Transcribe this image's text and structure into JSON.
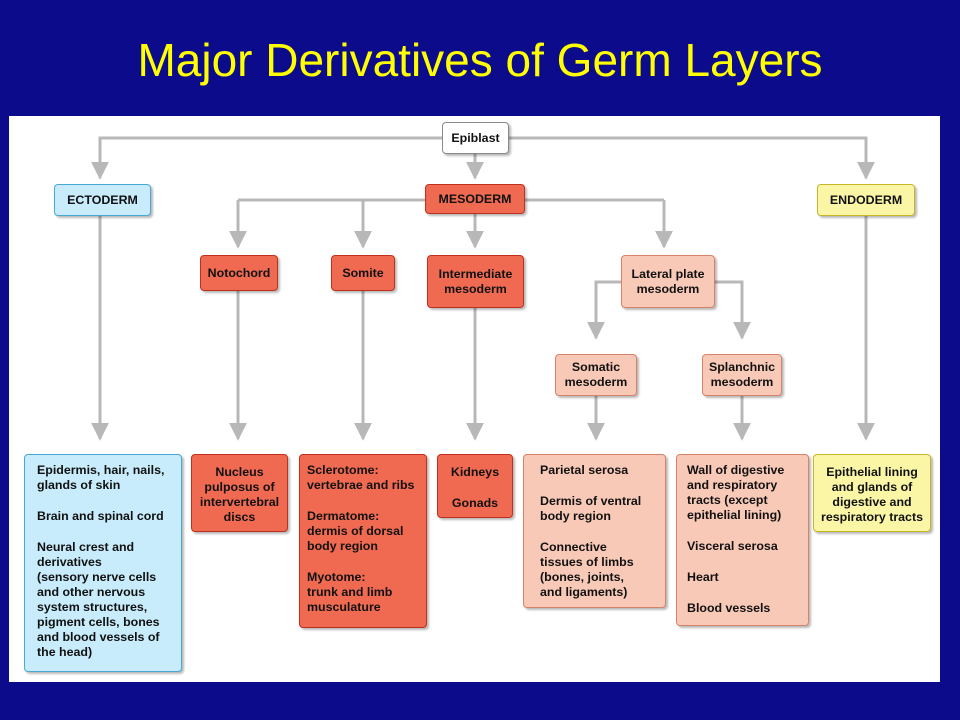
{
  "title": "Major Derivatives of Germ Layers",
  "colors": {
    "background": "#0b0b8c",
    "title": "#ffff00",
    "ectoderm": "#c8ecfb",
    "mesoderm": "#f06a52",
    "mesoderm_light": "#f9c9b8",
    "endoderm": "#fbf6a6",
    "connector": "#b8b8b8"
  },
  "nodes": {
    "epiblast": "Epiblast",
    "ectoderm": "ECTODERM",
    "mesoderm": "MESODERM",
    "endoderm": "ENDODERM",
    "notochord": "Notochord",
    "somite": "Somite",
    "intermediate": [
      "Intermediate",
      "mesoderm"
    ],
    "lateral": [
      "Lateral plate",
      "mesoderm"
    ],
    "somatic": [
      "Somatic",
      "mesoderm"
    ],
    "splanchnic": [
      "Splanchnic",
      "mesoderm"
    ]
  },
  "derivatives": {
    "ectoderm": [
      [
        "Epidermis, hair, nails,",
        "glands of skin"
      ],
      [
        "Brain and spinal cord"
      ],
      [
        "Neural crest and",
        "derivatives",
        "(sensory nerve cells",
        "and other nervous",
        "system structures,",
        "pigment cells, bones",
        "and blood vessels of",
        "the head)"
      ]
    ],
    "notochord": [
      [
        "Nucleus",
        "pulposus of",
        "intervertebral",
        "discs"
      ]
    ],
    "somite": [
      [
        "Sclerotome:",
        "vertebrae and ribs"
      ],
      [
        "Dermatome:",
        "dermis of dorsal",
        "body region"
      ],
      [
        "Myotome:",
        "trunk and limb",
        "musculature"
      ]
    ],
    "intermediate": [
      [
        "Kidneys"
      ],
      [
        "Gonads"
      ]
    ],
    "somatic": [
      [
        "Parietal serosa"
      ],
      [
        "Dermis of ventral",
        "body region"
      ],
      [
        "Connective",
        "tissues of limbs",
        "(bones, joints,",
        "and ligaments)"
      ]
    ],
    "splanchnic": [
      [
        "Wall of digestive",
        "and respiratory",
        "tracts (except",
        "epithelial lining)"
      ],
      [
        "Visceral serosa"
      ],
      [
        "Heart"
      ],
      [
        "Blood vessels"
      ]
    ],
    "endoderm": [
      [
        "Epithelial lining",
        "and glands of",
        "digestive and",
        "respiratory tracts"
      ]
    ]
  }
}
